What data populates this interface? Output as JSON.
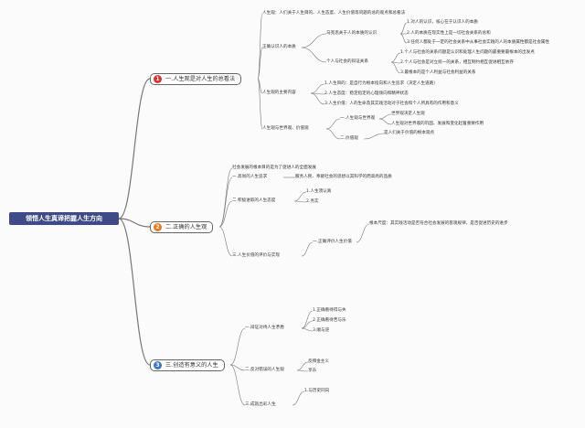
{
  "root": {
    "label": "领悟人生真谛把握人生方向",
    "color": "#3f4b86"
  },
  "branches": [
    {
      "num": "1",
      "label": "一.人生观是对人生的总看法",
      "color": "#d9342b"
    },
    {
      "num": "2",
      "label": "二.正确的人生观",
      "color": "#e9791c"
    },
    {
      "num": "3",
      "label": "三.创造有意义的人生",
      "color": "#3b78c7"
    }
  ],
  "b1": {
    "sub1": "人生观：人们关于人生目的、人生态度、人生价值等问题的总的观点和总看法",
    "sub2": "正确认识人的本质",
    "sub2a": "马克思关于人的本质的认识",
    "sub2a_items": [
      "1.对人的认识，核心在于认识人的本质",
      "2.人的本质在现实性上是一切社会关系的总和",
      "3.任何人都处于一定的社会关系中从事社会实践的人的本质属性都是社会属性"
    ],
    "sub2b": "个人与社会的辩证关系",
    "sub2b_items": [
      "1.个人与社会的关系问题是认识和处理人生问题的最重要最根本的出发点",
      "2.个人与社会是对立统一的关系，相互制约相互促进相互依存",
      "3.最根本的是个人利益与社会利益的关系"
    ],
    "sub3": "人生观的主要内容",
    "sub3_items": [
      "1.人生目的：是自行为根本指向和人生追求（决定人生道路）",
      "2.人生态度：稳定指定的心理倾向和精神状态",
      "3.人生价值：人的生命及其实践活动对于社会和个人所具有的作用和意义"
    ],
    "sub4": "人生观与世界观、价值观",
    "sub4a": "一.人生观与世界观",
    "sub4a_items": [
      "世界观决定人生观",
      "人生观对世界观的巩固、发展和变化起着重要作用"
    ],
    "sub4b": "二.价值观",
    "sub4b_items": [
      "是人们关于价值的根本观点"
    ]
  },
  "b2": {
    "sub0": "社会发展的根本目的是为了促进人的全面发展",
    "sub1": "一.高尚的人生追求",
    "sub1_items": [
      "服务人民、奉献社会的思想以其科学的而高尚的品质"
    ],
    "sub2": "二.积极进取的人生态度",
    "sub2_items": [
      "1.人生须认真",
      "2.务实"
    ],
    "sub3": "三.人生价值的评价与实现",
    "sub3a": "一.正确评价人生价值",
    "sub3a_items": [
      "根本尺度：其实践活动是否符合社会发展的客观规律，是否促进历史的进步"
    ]
  },
  "b3": {
    "sub1": "一.辩证对待人生矛盾",
    "sub1_items": [
      "1.正确看待得与失",
      "2.正确看待苦与乐",
      "3.顺与逆"
    ],
    "sub2": "二.反对错误的人生观",
    "sub2_items": [
      "反拜金主义",
      "享乐"
    ],
    "sub3": "三.成就出彩人生",
    "sub3_items": [
      "1.与历史同向"
    ]
  }
}
